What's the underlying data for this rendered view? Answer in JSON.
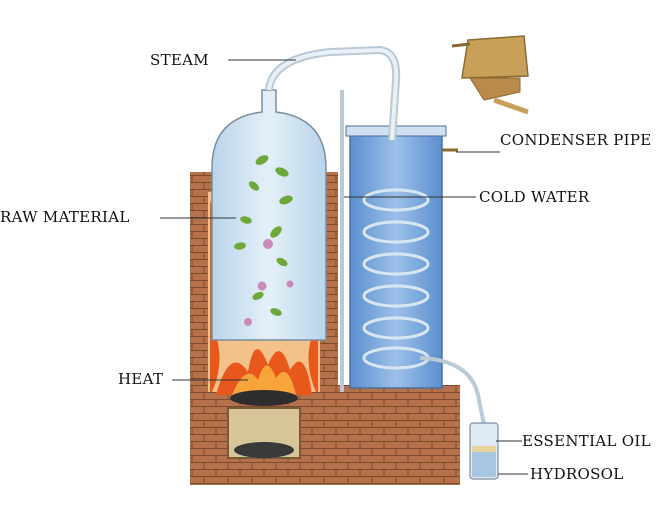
{
  "labels": {
    "steam": "STEAM",
    "condenser_pipe": "CONDENSER PIPE",
    "cold_water": "COLD WATER",
    "raw_material": "RAW MATERIAL",
    "heat": "HEAT",
    "essential_oil": "ESSENTIAL OIL",
    "hydrosol": "HYDROSOL"
  },
  "colors": {
    "brick": "#b5714a",
    "brick_dark": "#8a4e30",
    "glass": "#cfe3f2",
    "water": "#6f9fd8",
    "fire": "#e8571c",
    "pipe": "#c9a05a",
    "leaf": "#6fa83a",
    "flower": "#c98bb7"
  }
}
